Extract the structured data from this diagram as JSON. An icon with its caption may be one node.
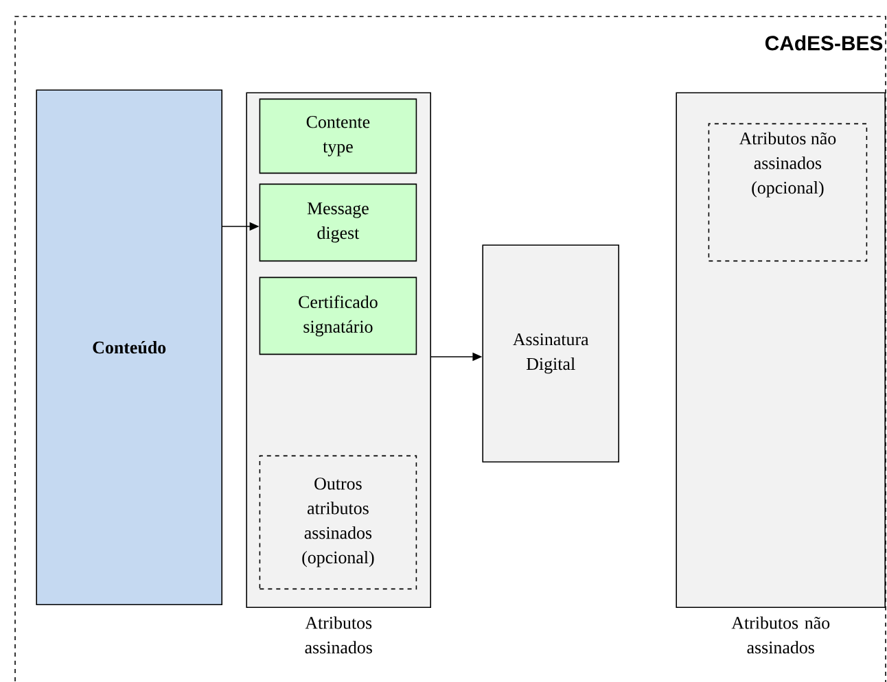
{
  "diagram": {
    "nodes": [
      {
        "text": [
          "CAdES-BES"
        ]
      },
      {
        "text": [
          "Conteúdo"
        ],
        "in": 0
      },
      {
        "text": [
          "Atributos assinados"
        ],
        "in": 0
      },
      {
        "text": [
          "Contente type"
        ],
        "in": 2
      },
      {
        "text": [
          "Message digest"
        ],
        "in": 2
      },
      {
        "text": [
          "Certificado signatário"
        ],
        "in": 2
      },
      {
        "text": [
          "Outros atributos assinados (opcional)"
        ],
        "in": 2
      },
      {
        "text": [
          "Assinatura Digital"
        ],
        "in": 0
      },
      {
        "text": [
          "Atributos não assinados"
        ],
        "in": 0
      },
      {
        "text": [
          "Atributos não assinados (opcional)"
        ],
        "in": 8
      }
    ],
    "edges": [
      {
        "from": 1,
        "to": 4,
        "arrow": "to"
      },
      {
        "from": 2,
        "to": 7,
        "arrow": "to"
      }
    ]
  }
}
